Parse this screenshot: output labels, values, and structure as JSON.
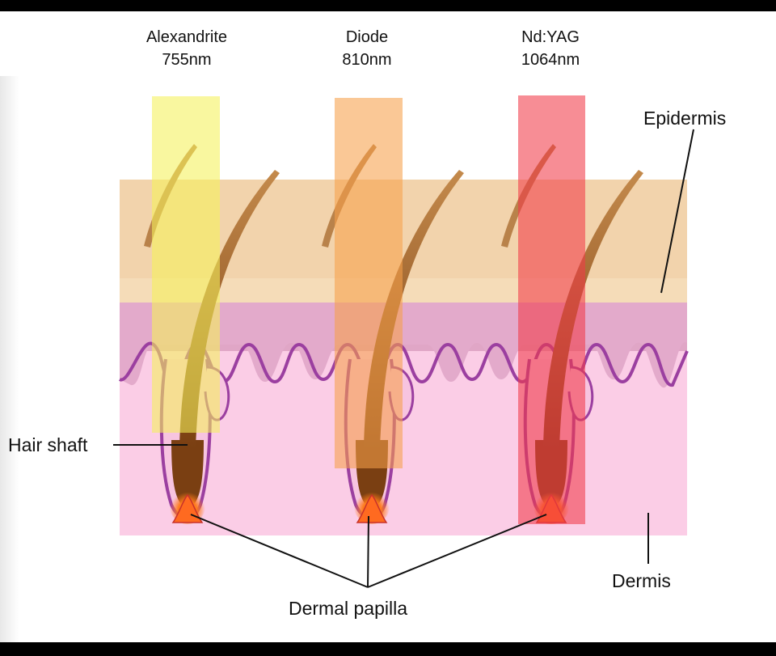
{
  "lasers": [
    {
      "name": "Alexandrite",
      "wavelength": "755nm",
      "color": "#f4f25a"
    },
    {
      "name": "Diode",
      "wavelength": "810nm",
      "color": "#f6a04a"
    },
    {
      "name": "Nd:YAG",
      "wavelength": "1064nm",
      "color": "#f23a48"
    }
  ],
  "labels": {
    "epidermis": "Epidermis",
    "dermis": "Dermis",
    "hair_shaft": "Hair shaft",
    "dermal_papilla": "Dermal papilla"
  },
  "colors": {
    "epidermis": "#f2d3ac",
    "basal_layer": "#e0a6c6",
    "dermis": "#fbcde6",
    "membrane": "#9b3fa0",
    "hair": "#a8652a"
  }
}
